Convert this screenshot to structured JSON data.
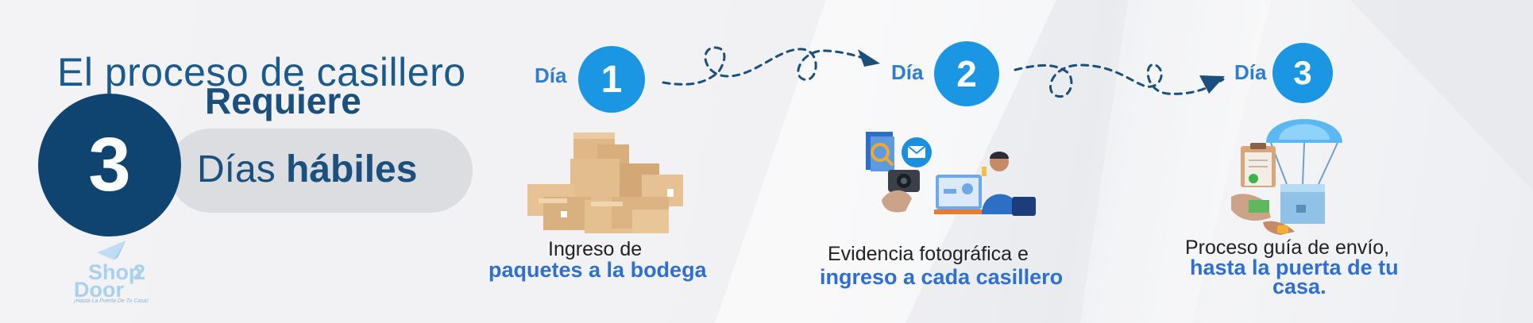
{
  "heading": {
    "line1": "El proceso de casillero",
    "line2": "Requiere",
    "number": "3",
    "days_regular": "Días ",
    "days_bold": "hábiles"
  },
  "logo": {
    "shop": "Shop",
    "two": "2",
    "door": "Door",
    "tagline": "¡Hasta La Puerta De Tu Casa!"
  },
  "steps": [
    {
      "day_label": "Día",
      "day_number": "1",
      "caption_line1": "Ingreso de",
      "caption_line2": "paquetes a la bodega"
    },
    {
      "day_label": "Día",
      "day_number": "2",
      "caption_line1": "Evidencia fotográfica e",
      "caption_line2": "ingreso a cada casillero"
    },
    {
      "day_label": "Día",
      "day_number": "3",
      "caption_line1": "Proceso guía de envío,",
      "caption_line2": "hasta la puerta de tu",
      "caption_line3": "casa."
    }
  ],
  "colors": {
    "navy": "#0f4470",
    "heading_blue": "#1a5a8c",
    "day_circle": "#1a96e3",
    "accent_blue": "#2f6fd0",
    "pill_gray": "#dcdde0"
  }
}
